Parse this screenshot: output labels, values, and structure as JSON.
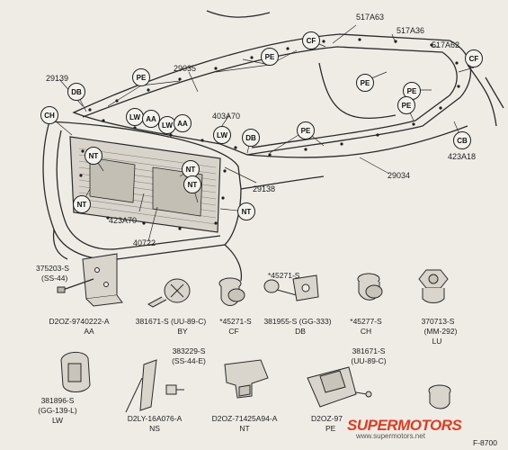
{
  "upper_labels": {
    "p517A63": "517A63",
    "p517A36": "517A36",
    "p517A62": "517A62",
    "p29035": "29035",
    "p29139": "29139",
    "p403A70": "403A70",
    "p29138": "29138",
    "p29034": "29034",
    "p423A18": "423A18",
    "p423A70": "423A70",
    "p40722": "40722"
  },
  "callouts": {
    "cf": "CF",
    "pe": "PE",
    "db": "DB",
    "ch": "CH",
    "lw": "LW",
    "aa": "AA",
    "nt": "NT",
    "cb": "CB"
  },
  "parts": {
    "aa_num": "375203-S",
    "aa_spec": "(SS-44)",
    "aa_part": "D2OZ-9740222-A",
    "aa_code": "AA",
    "by_part": "381671-S (UU-89-C)",
    "by_code": "BY",
    "cf_part": "*45271-S",
    "cf_code": "CF",
    "db_top": "*45271-S",
    "db_part": "381955-S (GG-333)",
    "db_code": "DB",
    "ch_part": "*45277-S",
    "ch_code": "CH",
    "lu_part": "370713-S",
    "lu_spec": "(MM-292)",
    "lu_code": "LU",
    "lw_part": "381896-S",
    "lw_spec": "(GG-139-L)",
    "lw_code": "LW",
    "ns_num": "383229-S",
    "ns_spec": "(SS-44-E)",
    "ns_part": "D2LY-16A076-A",
    "ns_code": "NS",
    "nt_part": "D2OZ-71425A94-A",
    "nt_code": "NT",
    "pe_num": "381671-S",
    "pe_spec": "(UU-89-C)",
    "pe_part": "D2OZ-97",
    "pe_code": "PE"
  },
  "watermark": {
    "brand": "SUPERMOTORS",
    "url": "www.supermotors.net"
  },
  "figure_code": "F-8700"
}
